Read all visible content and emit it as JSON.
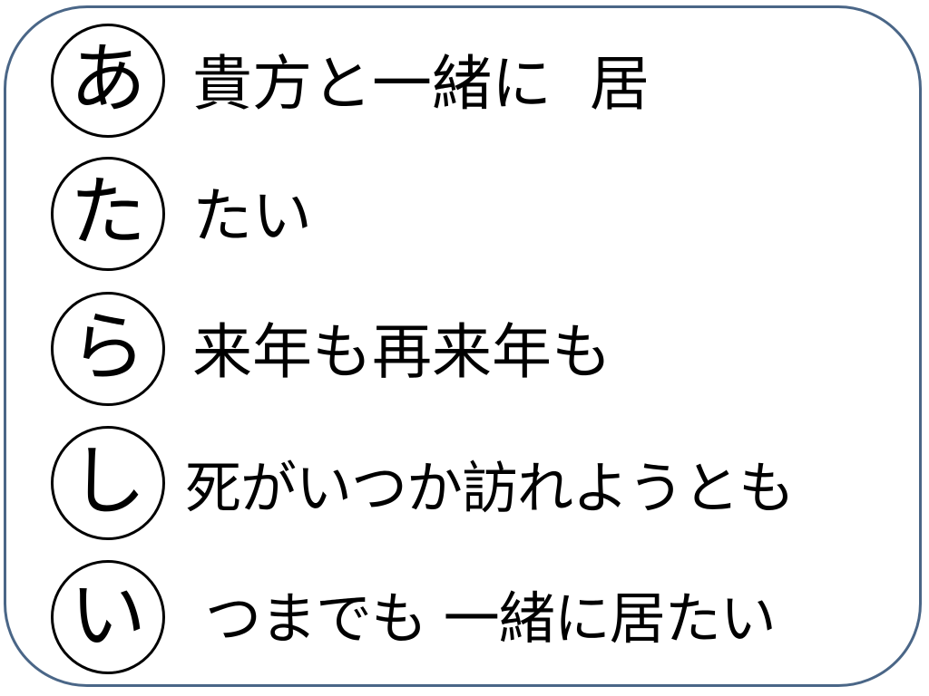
{
  "rows": [
    {
      "initial": "あ",
      "text": "貴方と一緒に  居"
    },
    {
      "initial": "た",
      "text": "たい"
    },
    {
      "initial": "ら",
      "text": "来年も再来年も"
    },
    {
      "initial": "し",
      "text": "死がいつか訪れようとも"
    },
    {
      "initial": "い",
      "text": "つまでも 一緒に居たい"
    }
  ],
  "colors": {
    "frame": "#4a6687",
    "text": "#000000",
    "background": "#ffffff"
  }
}
